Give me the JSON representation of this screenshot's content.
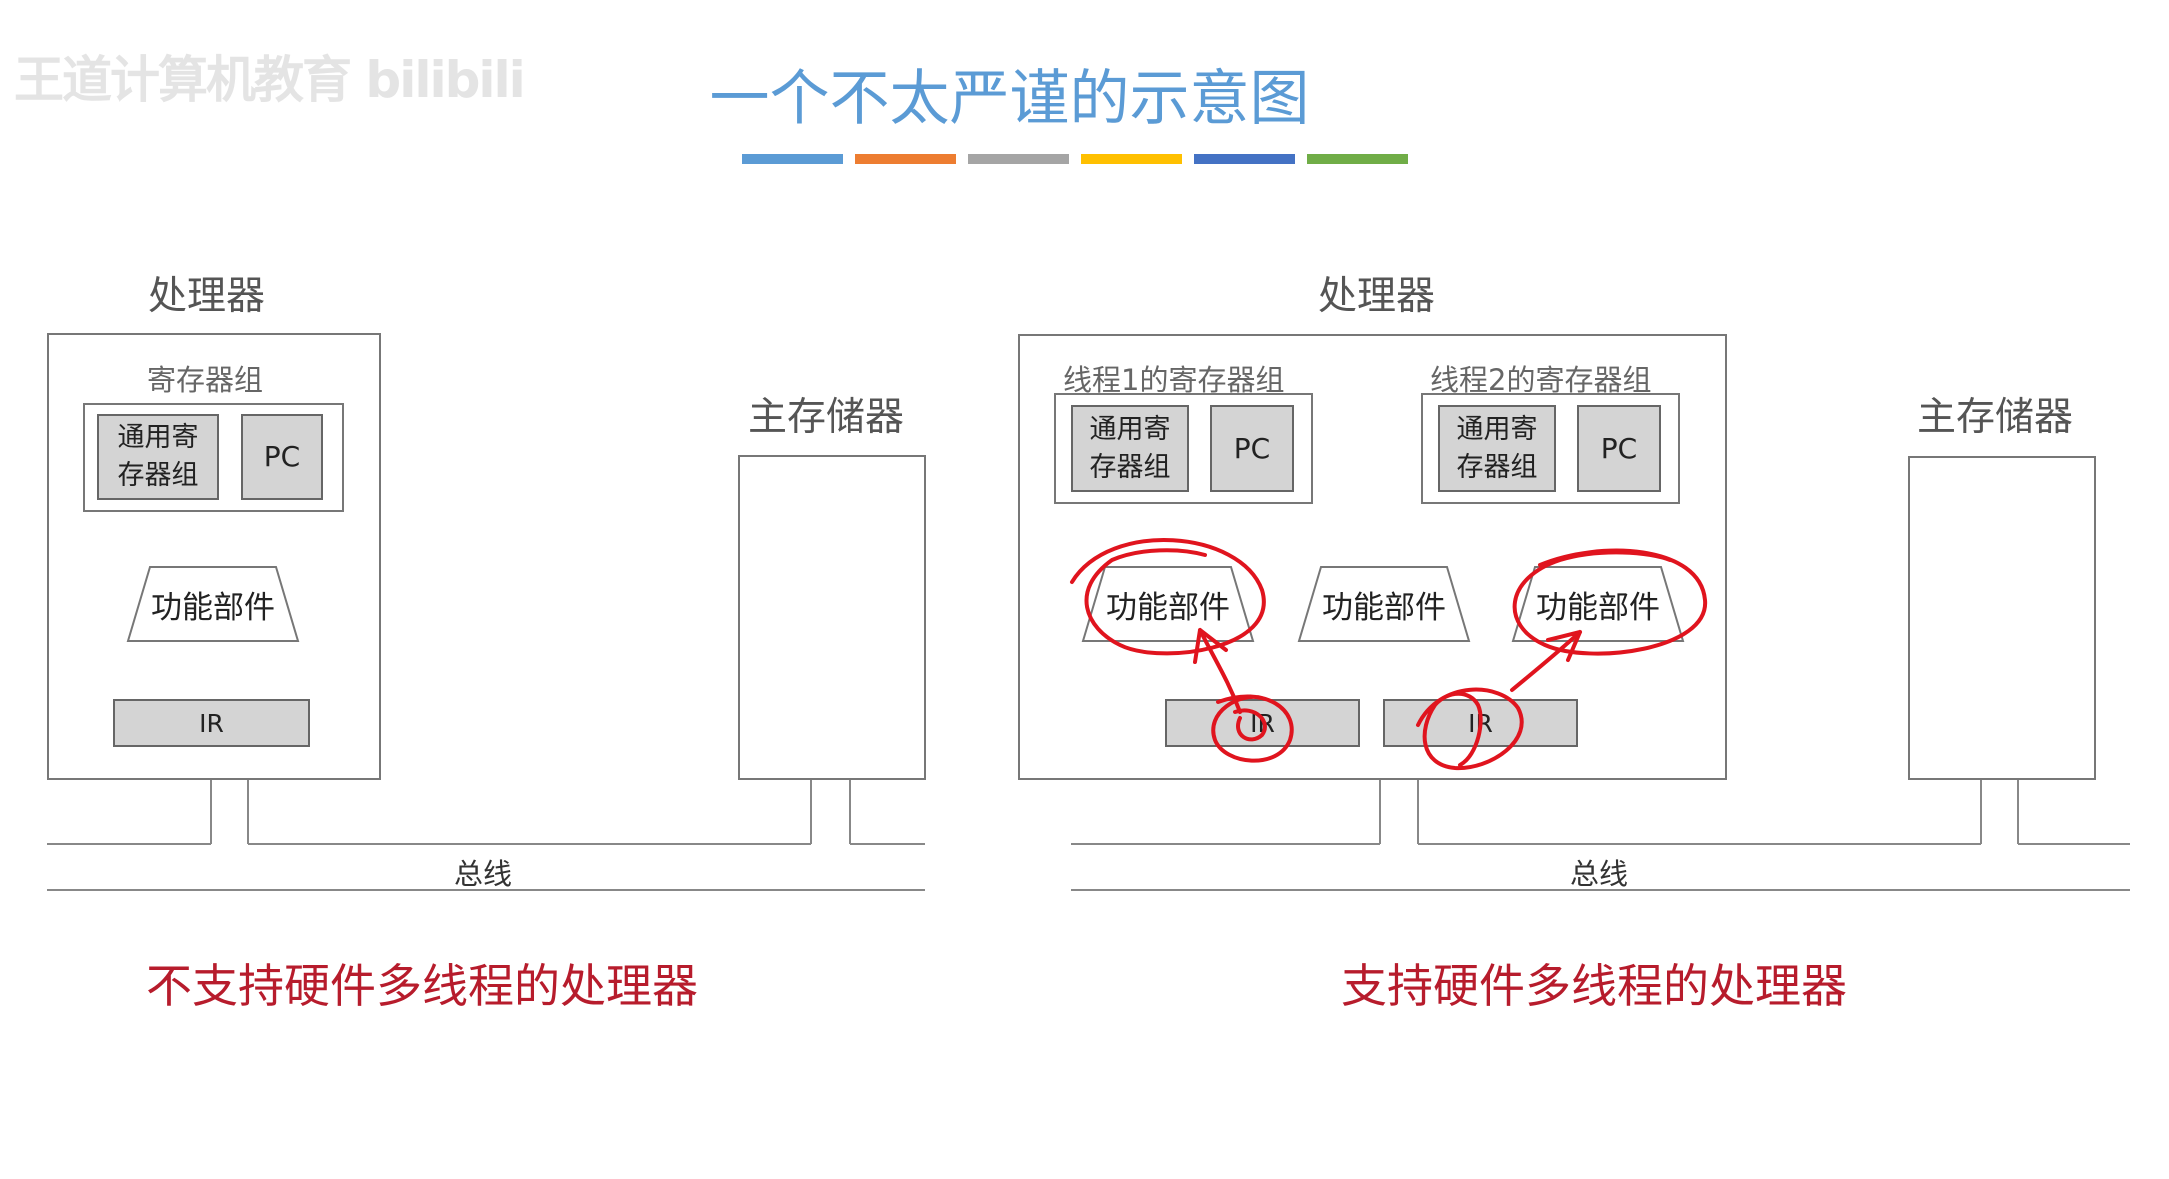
{
  "watermark": "王道计算机教育 bilibili",
  "title": "一个不太严谨的示意图",
  "color_bars": [
    "#5b9bd5",
    "#ed7d31",
    "#a5a5a5",
    "#ffc000",
    "#4472c4",
    "#70ad47"
  ],
  "left": {
    "processor_label": "处理器",
    "register_group_label": "寄存器组",
    "gpr_label": "通用寄存器组",
    "pc_label": "PC",
    "func_unit_label": "功能部件",
    "ir_label": "IR",
    "memory_label": "主存储器",
    "bus_label": "总线",
    "caption": "不支持硬件多线程的处理器"
  },
  "right": {
    "processor_label": "处理器",
    "thread1_label": "线程1的寄存器组",
    "thread2_label": "线程2的寄存器组",
    "gpr_label": "通用寄存器组",
    "pc_label": "PC",
    "func_unit_label": "功能部件",
    "ir_label": "IR",
    "memory_label": "主存储器",
    "bus_label": "总线",
    "caption": "支持硬件多线程的处理器"
  },
  "annotation_color": "#e0141e"
}
